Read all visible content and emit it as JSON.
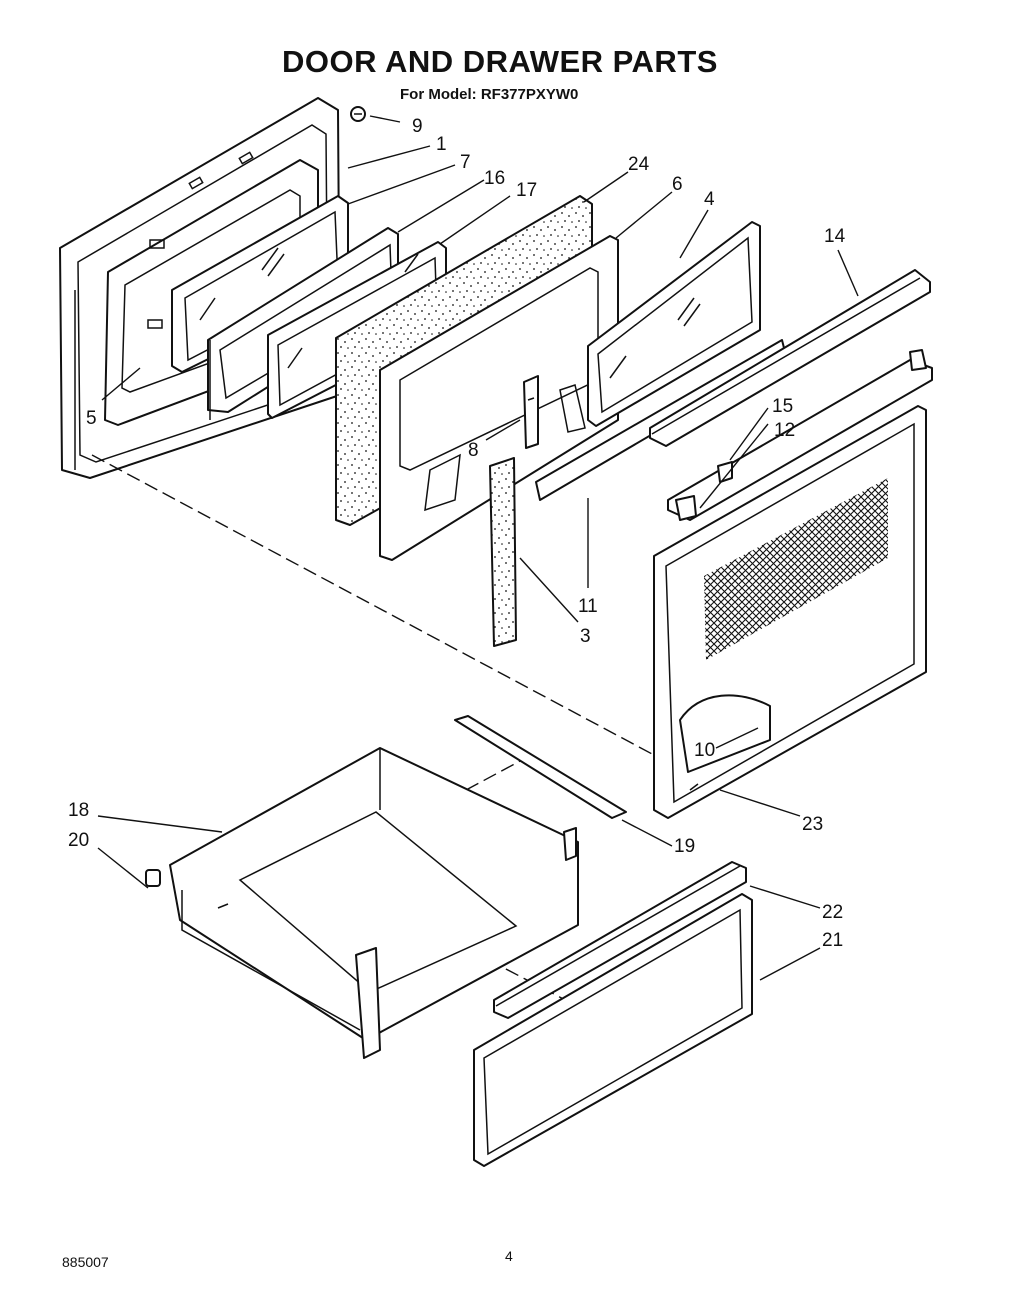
{
  "header": {
    "title": "DOOR AND DRAWER PARTS",
    "subtitle": "For Model: RF377PXYW0"
  },
  "footer": {
    "doc_number": "885007",
    "page_number": "4"
  },
  "callouts": [
    "1",
    "3",
    "4",
    "5",
    "6",
    "7",
    "8",
    "9",
    "10",
    "11",
    "12",
    "14",
    "15",
    "16",
    "17",
    "18",
    "19",
    "20",
    "21",
    "22",
    "23",
    "24"
  ],
  "colors": {
    "ink": "#111111",
    "paper": "#ffffff"
  }
}
